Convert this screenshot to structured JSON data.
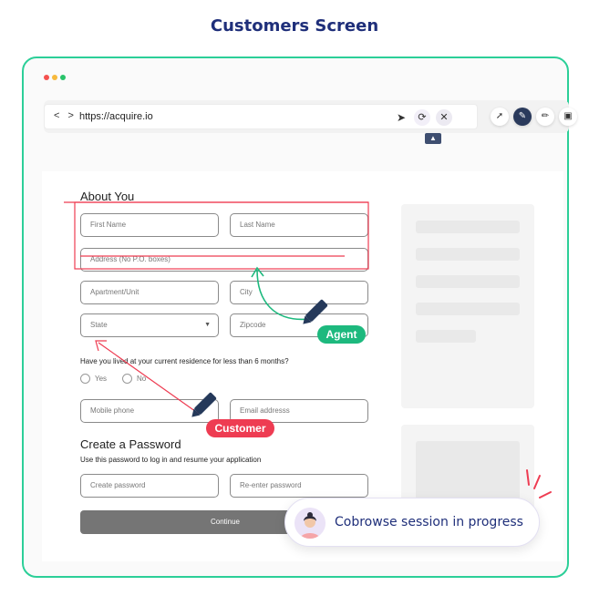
{
  "page": {
    "title": "Customers Screen"
  },
  "window": {
    "traffic_colors": [
      "#f4514f",
      "#f7b93c",
      "#29c36a"
    ]
  },
  "browser": {
    "url": "https://acquire.io",
    "nav_arrows": "< >",
    "toolbar_icons": [
      "send-icon",
      "refresh-icon",
      "close-icon",
      "pointer-icon",
      "pen-icon",
      "pencil-icon",
      "screen-icon"
    ],
    "accent": "#2a3a5c"
  },
  "form": {
    "about_heading": "About You",
    "first_name": "First Name",
    "last_name": "Last Name",
    "address": "Address (No P.O. boxes)",
    "apartment": "Apartment/Unit",
    "city": "City",
    "state": "State",
    "zipcode": "Zipcode",
    "residence_question": "Have you lived at your current residence for less than 6 months?",
    "yes": "Yes",
    "no": "No",
    "mobile": "Mobile phone",
    "email": "Email addresss",
    "password_heading": "Create a Password",
    "password_sub": "Use this password to log in and resume your application",
    "create_password": "Create password",
    "reenter_password": "Re-enter password",
    "continue": "Continue"
  },
  "annotations": {
    "agent": "Agent",
    "customer": "Customer",
    "agent_color": "#1db97e",
    "customer_color": "#ee3c52"
  },
  "cobrowse": {
    "status": "Cobrowse session in progress"
  },
  "colors": {
    "frame": "#2ccf98",
    "title": "#1f2f7a"
  }
}
